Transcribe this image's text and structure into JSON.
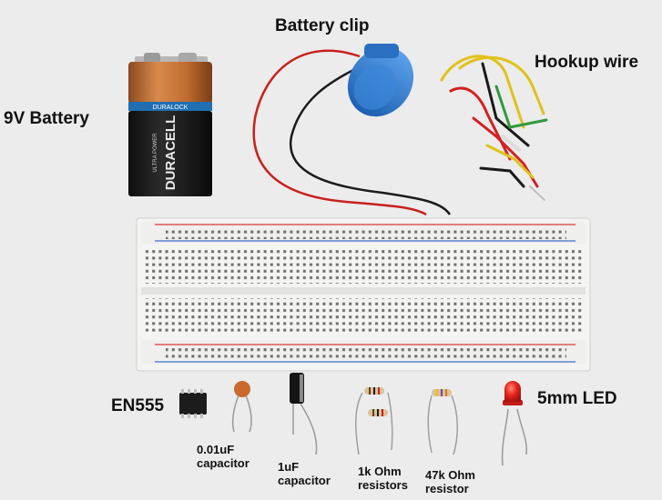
{
  "labels": {
    "battery": "9V Battery",
    "battery_clip": "Battery clip",
    "hookup_wire": "Hookup wire",
    "ic": "EN555",
    "led": "5mm LED",
    "cap_small_value": "0.01uF",
    "cap_small_type": "capacitor",
    "cap_large_value": "1uF",
    "cap_large_type": "capacitor",
    "res_1k_value": "1k Ohm",
    "res_1k_type": "resistors",
    "res_47k_value": "47k Ohm",
    "res_47k_type": "resistor"
  },
  "battery_brand": {
    "top_band": "DURALOCK",
    "brand": "DURACELL",
    "sub": "ULTRA POWER"
  },
  "colors": {
    "background": "#ececec",
    "battery_copper": "#c9753a",
    "battery_black": "#1b1b1b",
    "battery_band": "#1f6fb2",
    "clip_blue": "#2a78cf",
    "breadboard": "#f4f4f2",
    "rail_red": "#d63b3b",
    "rail_blue": "#3a6fcf",
    "led_red": "#e8231e",
    "capacitor_orange": "#c96a2c"
  }
}
